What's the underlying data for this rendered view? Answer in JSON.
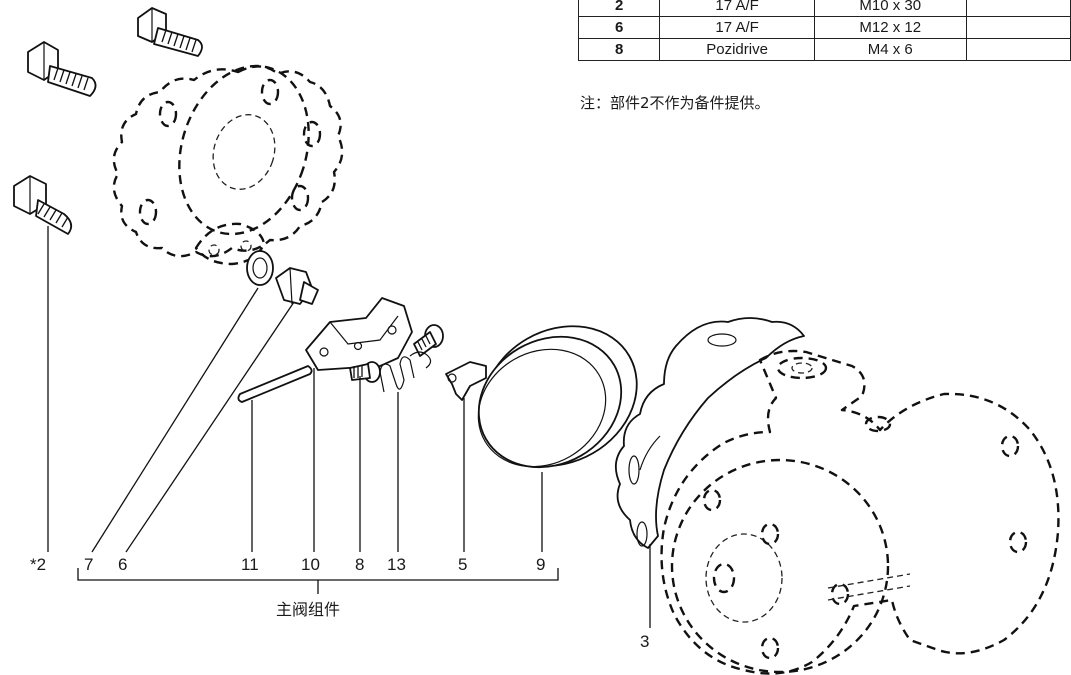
{
  "parts_table": {
    "rows": [
      [
        "2",
        "17 A/F",
        "M10 x 30",
        ""
      ],
      [
        "6",
        "17 A/F",
        "M12 x 12",
        ""
      ],
      [
        "8",
        "Pozidrive",
        "M4 x 6",
        ""
      ]
    ]
  },
  "note": "注：部件2不作为备件提供。",
  "callouts": {
    "c2": "*2",
    "c7": "7",
    "c6": "6",
    "c11": "11",
    "c10": "10",
    "c8": "8",
    "c13": "13",
    "c5": "5",
    "c9": "9",
    "c3": "3"
  },
  "assembly_label": "主阀组件"
}
